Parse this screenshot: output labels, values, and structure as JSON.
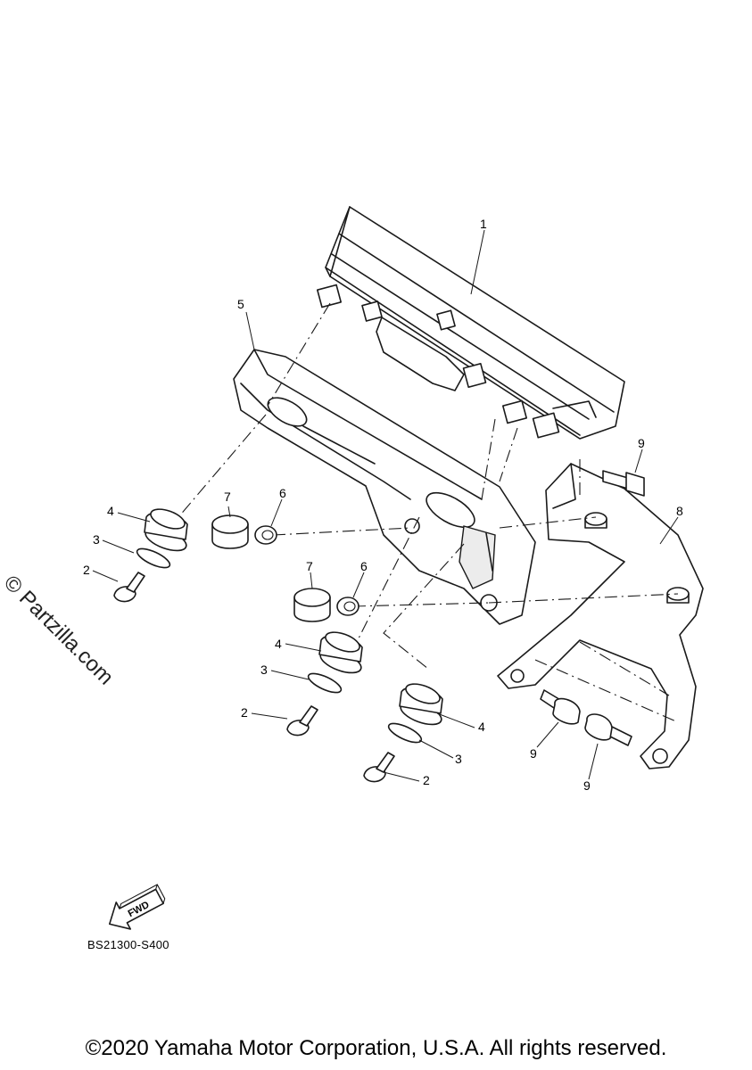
{
  "watermark": "© Partzilla.com",
  "fwd_label": "FWD",
  "drawing_code": "BS21300-S400",
  "copyright": "©2020 Yamaha Motor Corporation, U.S.A. All rights reserved.",
  "callouts": {
    "c1": "1",
    "c2a": "2",
    "c2b": "2",
    "c2c": "2",
    "c3a": "3",
    "c3b": "3",
    "c3c": "3",
    "c4a": "4",
    "c4b": "4",
    "c4c": "4",
    "c5": "5",
    "c6a": "6",
    "c6b": "6",
    "c7a": "7",
    "c7b": "7",
    "c8": "8",
    "c9a": "9",
    "c9b": "9",
    "c9c": "9"
  }
}
